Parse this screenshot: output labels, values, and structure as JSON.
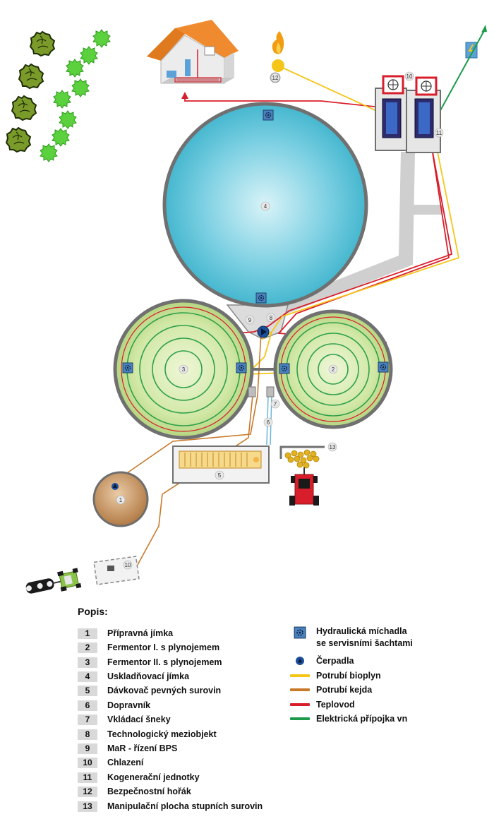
{
  "legend": {
    "title": "Popis:",
    "items": [
      {
        "num": "1",
        "label": "Přípravná jímka"
      },
      {
        "num": "2",
        "label": "Fermentor I. s plynojemem"
      },
      {
        "num": "3",
        "label": "Fermentor II. s plynojemem"
      },
      {
        "num": "4",
        "label": "Uskladňovací jímka"
      },
      {
        "num": "5",
        "label": "Dávkovač pevných surovin"
      },
      {
        "num": "6",
        "label": "Dopravník"
      },
      {
        "num": "7",
        "label": "Vkládací šneky"
      },
      {
        "num": "8",
        "label": "Technologický meziobjekt"
      },
      {
        "num": "9",
        "label": "MaR - řízení BPS"
      },
      {
        "num": "10",
        "label": "Chlazení"
      },
      {
        "num": "11",
        "label": "Kogenerační jednotky"
      },
      {
        "num": "12",
        "label": "Bezpečnostní hořák"
      },
      {
        "num": "13",
        "label": "Manipulační plocha stupních surovin"
      }
    ],
    "symbols": {
      "mixer_line1": "Hydraulická míchadla",
      "mixer_line2": "se servisními šachtami",
      "pumps": "Čerpadla",
      "biogas": "Potrubí bioplyn",
      "slurry": "Potrubí kejda",
      "heat": "Teplovod",
      "electric": "Elektrická přípojka vn"
    }
  },
  "diagram_labels": {
    "n1": "1",
    "n2": "2",
    "n3": "3",
    "n4": "4",
    "n5": "5",
    "n6": "6",
    "n7": "7",
    "n8": "8",
    "n9": "9",
    "n10a": "10",
    "n10b": "10",
    "n11": "11",
    "n12": "12",
    "n13": "13"
  },
  "colors": {
    "biogas": "#f5c518",
    "slurry": "#c87a2a",
    "heat": "#d81e2a",
    "electric": "#1b9a4c",
    "storage": "#5fc6dc",
    "fermentor": "#cfe5a1",
    "mixer": "#4a82c0",
    "pump": "#1d4f9c"
  }
}
